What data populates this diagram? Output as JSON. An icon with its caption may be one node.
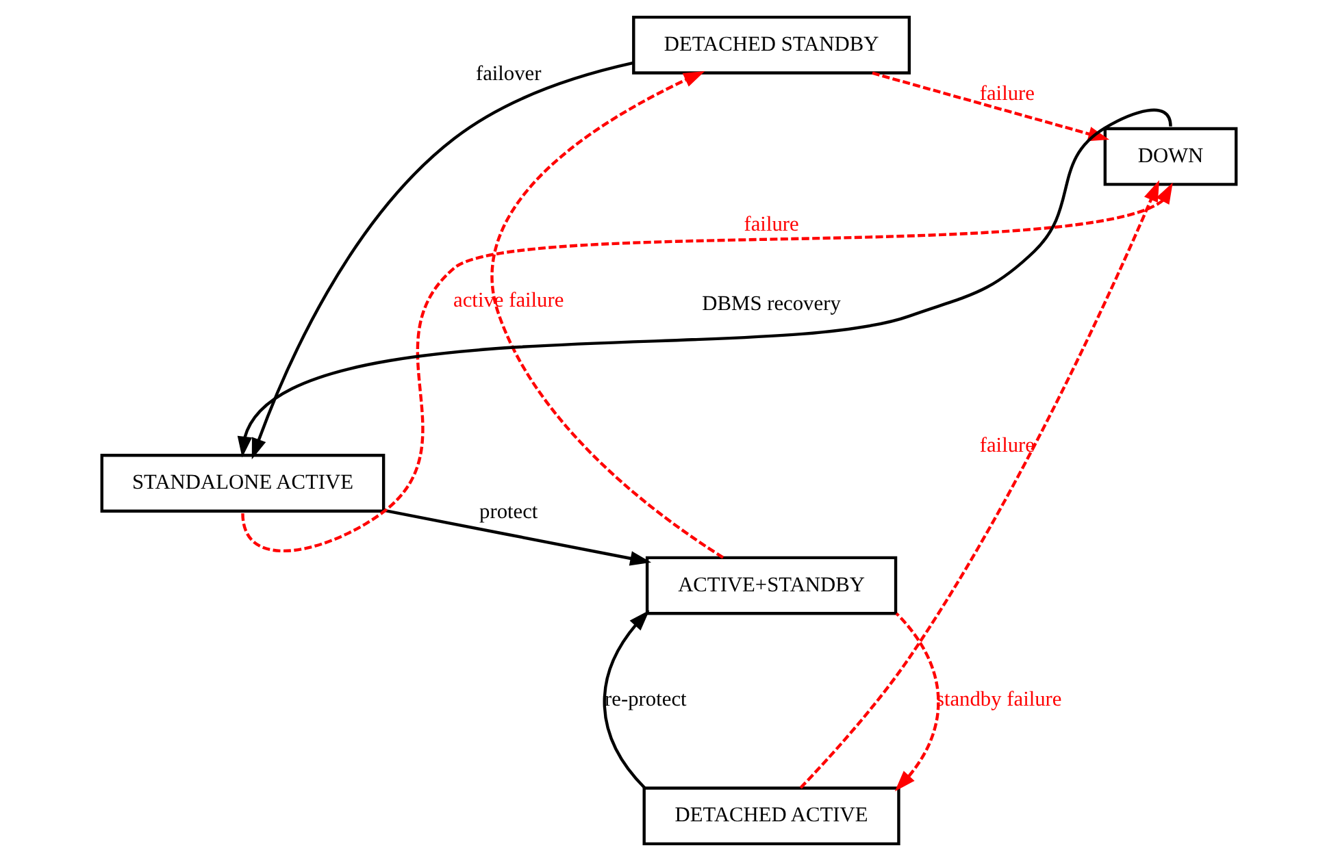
{
  "diagram": {
    "nodes": [
      {
        "text": [
          "DETACHED STANDBY"
        ]
      },
      {
        "text": [
          "STANDALONE ACTIVE"
        ]
      },
      {
        "text": [
          "ACTIVE+STANDBY"
        ]
      },
      {
        "text": [
          "DOWN"
        ]
      },
      {
        "text": [
          "DETACHED ACTIVE"
        ]
      }
    ],
    "edges": [
      {
        "from": 3,
        "to": 1,
        "arrow": "to",
        "label": "DBMS recovery",
        "color": "#000000"
      },
      {
        "from": 0,
        "to": 1,
        "arrow": "to",
        "label": "failover",
        "color": "#000000"
      },
      {
        "from": 1,
        "to": 2,
        "arrow": "to",
        "label": "protect",
        "color": "#000000"
      },
      {
        "from": 2,
        "to": 0,
        "arrow": "to",
        "label": "active failure",
        "style": "dashed"
      },
      {
        "from": 0,
        "to": 3,
        "arrow": "to",
        "label": "failure",
        "style": "dashed"
      },
      {
        "from": 4,
        "to": 2,
        "arrow": "to",
        "label": "re-protect",
        "color": "#000000"
      },
      {
        "from": 2,
        "to": 4,
        "arrow": "to",
        "label": "standby failure",
        "style": "dashed"
      },
      {
        "from": 4,
        "to": 3,
        "arrow": "to",
        "label": "failure",
        "style": "dashed"
      },
      {
        "from": 1,
        "to": 3,
        "arrow": "to",
        "label": "failure",
        "style": "dashed"
      }
    ]
  }
}
